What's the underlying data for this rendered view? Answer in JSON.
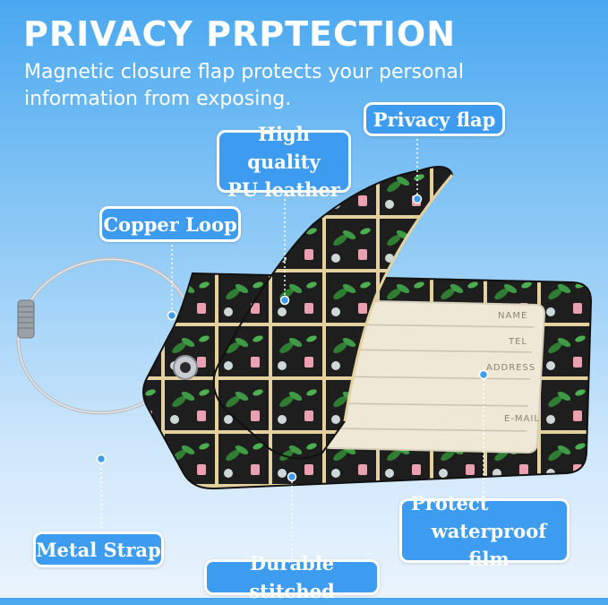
{
  "header": {
    "title": "PRIVACY PRPTECTION",
    "subtitle": "Magnetic closure flap protects your personal information from exposing."
  },
  "callouts": {
    "privacy_flap": "Privacy flap",
    "pu_leather_line1": "High quality",
    "pu_leather_line2": "PU leather",
    "copper_loop": "Copper Loop",
    "metal_strap": "Metal Strap",
    "durable_stitched": "Durable stitched",
    "protect_line1": "Protect",
    "protect_line2": "waterproof film"
  },
  "card_fields": [
    "NAME",
    "TEL",
    "ADDRESS",
    "E-MAIL"
  ],
  "colors": {
    "callout_bg": "#3e9cf0",
    "tag_body": "#1d1d1d",
    "card": "#efe8d6",
    "frame": "#e6d3a0",
    "leaf": "#2f7d32"
  }
}
